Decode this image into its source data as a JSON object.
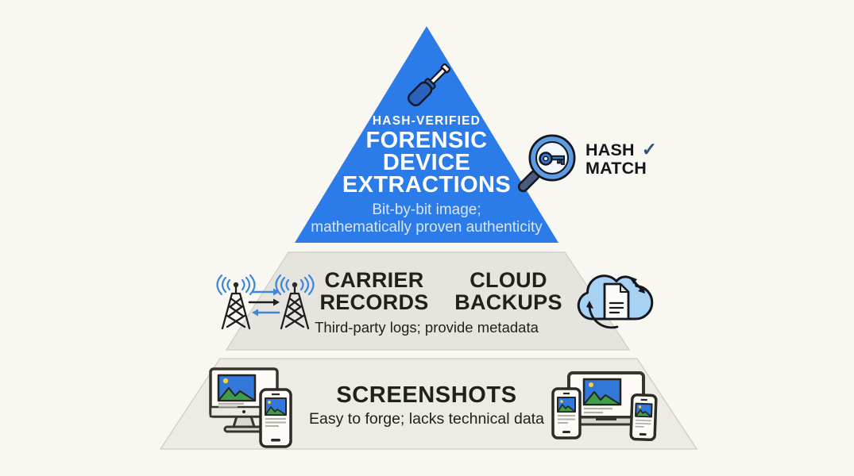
{
  "diagram": {
    "tiers": {
      "top": {
        "kicker": "HASH-VERIFIED",
        "title_lines": [
          "FORENSIC",
          "DEVICE",
          "EXTRACTIONS"
        ],
        "subtitle_lines": [
          "Bit-by-bit image;",
          "mathematically proven authenticity"
        ],
        "fill": "#2b7ce9"
      },
      "middle": {
        "label_left_lines": [
          "CARRIER",
          "RECORDS"
        ],
        "label_right_lines": [
          "CLOUD",
          "BACKUPS"
        ],
        "subtitle": "Third-party logs; provide metadata",
        "fill": "#e6e4df"
      },
      "bottom": {
        "label": "SCREENSHOTS",
        "subtitle": "Easy to forge; lacks technical data",
        "fill": "#edebe5"
      }
    },
    "badge": {
      "word1": "HASH",
      "check": "✓",
      "word2": "MATCH"
    },
    "icons": {
      "top": "screwdriver-icon",
      "badge": "magnifying-glass-key-icon",
      "middle_left": "cell-towers-transfer-icon",
      "middle_right": "cloud-document-sync-icon",
      "bottom_left": "desktop-and-phone-icon",
      "bottom_right": "laptop-and-phones-icon"
    },
    "colors": {
      "background": "#f9f7f1",
      "accent_blue": "#2b7ce9",
      "icon_blue": "#3f86d9",
      "cloud_blue": "#a8d2f4",
      "check_navy": "#2f517a",
      "text_dark": "#21201b",
      "band_gray": "#e6e4df",
      "band_gray_light": "#edebe5",
      "outline_dark": "#1f1e1b"
    }
  }
}
